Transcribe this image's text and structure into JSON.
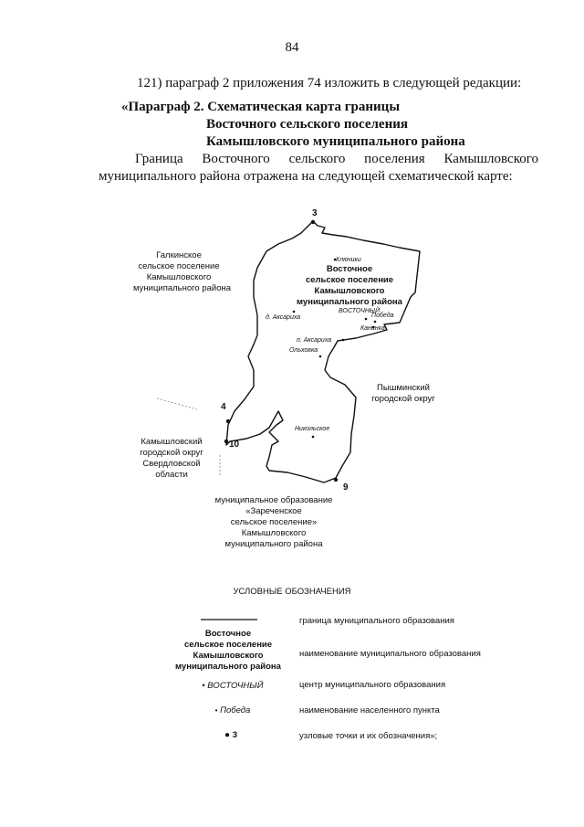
{
  "page_number": "84",
  "intro": "121) параграф 2 приложения 74 изложить в следующей редакции:",
  "heading": {
    "line1": "«Параграф 2. Схематическая карта границы",
    "line2": "Восточного сельского поселения",
    "line3": "Камышловского муниципального района"
  },
  "paragraph": "Граница Восточного сельского поселения Камышловского муниципального района отражена на следующей схематической карте:",
  "map": {
    "main_region": [
      "Восточное",
      "сельское поселение",
      "Камышловского",
      "муниципального района"
    ],
    "neighbors": {
      "galkinskoe": [
        "Галкинское",
        "сельское поселение",
        "Камышловского",
        "муниципального района"
      ],
      "pyshminsky": [
        "Пышминский",
        "городской округ"
      ],
      "kamyshlovsky": [
        "Камышловский",
        "городской округ",
        "Свердловской",
        "области"
      ],
      "zarechenskoe": [
        "муниципальное образование",
        "«Зареченское",
        "сельское поселение»",
        "Камышловского",
        "муниципального района"
      ]
    },
    "settlements": {
      "klyuchiki": "Ключики",
      "vostochny": "ВОСТОЧНЫЙ",
      "pobeda": "Победа",
      "kaninka": "Канинка",
      "d_aksarikha": "д. Аксариха",
      "p_aksarikha": "п. Аксариха",
      "olkhovka": "Ольховка",
      "nikolskoe": "Никольское"
    },
    "nodes": {
      "n3": "3",
      "n4": "4",
      "n10": "10",
      "n9": "9"
    }
  },
  "legend": {
    "title": "УСЛОВНЫЕ ОБОЗНАЧЕНИЯ",
    "rows": {
      "boundary": "граница муниципального образования",
      "name_sample": [
        "Восточное",
        "сельское поселение",
        "Камышловского",
        "муниципального района"
      ],
      "name": "наименование муниципального образования",
      "center_sample": "ВОСТОЧНЫЙ",
      "center": "центр муниципального образования",
      "settlement_sample": "Победа",
      "settlement": "наименование населенного пункта",
      "node_sample": "3",
      "node": "узловые точки и их обозначения»;"
    }
  }
}
